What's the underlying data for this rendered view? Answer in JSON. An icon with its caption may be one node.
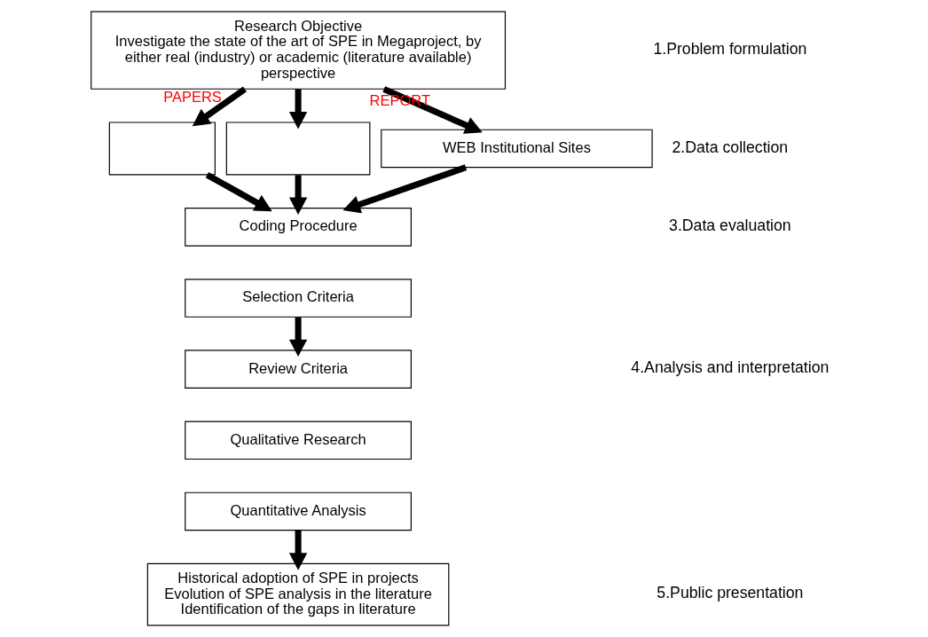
{
  "diagram": {
    "nodes": [
      {
        "text": [
          "Research Objective",
          "Investigate the state of the art of SPE in Megaproject, by either real (industry) or academic (literature available) perspective"
        ]
      },
      {
        "text": [],
        "shape": "box"
      },
      {
        "text": [],
        "shape": "box"
      },
      {
        "text": [
          "WEB Institutional Sites"
        ]
      },
      {
        "text": [
          "Coding Procedure"
        ]
      },
      {
        "text": [
          "Selection Criteria"
        ]
      },
      {
        "text": [
          "Review Criteria"
        ]
      },
      {
        "text": [
          "Qualitative Research"
        ]
      },
      {
        "text": [
          "Quantitative Analysis"
        ]
      },
      {
        "text": [
          "Historical adoption of SPE in projects",
          "Evolution of SPE analysis in the literature",
          "Identification of the gaps in literature"
        ]
      }
    ],
    "edges": [
      {
        "from": 0,
        "to": 1,
        "arrow": "to",
        "label": "PAPERS"
      },
      {
        "from": 0,
        "to": 2,
        "arrow": "to"
      },
      {
        "from": 0,
        "to": 3,
        "arrow": "to",
        "label": "REPORT"
      },
      {
        "from": 1,
        "to": 4,
        "arrow": "to"
      },
      {
        "from": 2,
        "to": 4,
        "arrow": "to"
      },
      {
        "from": 3,
        "to": 4,
        "arrow": "to"
      },
      {
        "from": 5,
        "to": 6,
        "arrow": "to"
      },
      {
        "from": 8,
        "to": 9,
        "arrow": "to"
      }
    ],
    "labels": [
      "1.Problem formulation",
      "2.Data collection",
      "3.Data evaluation",
      "4.Analysis and interpretation",
      "5.Public presentation"
    ]
  }
}
